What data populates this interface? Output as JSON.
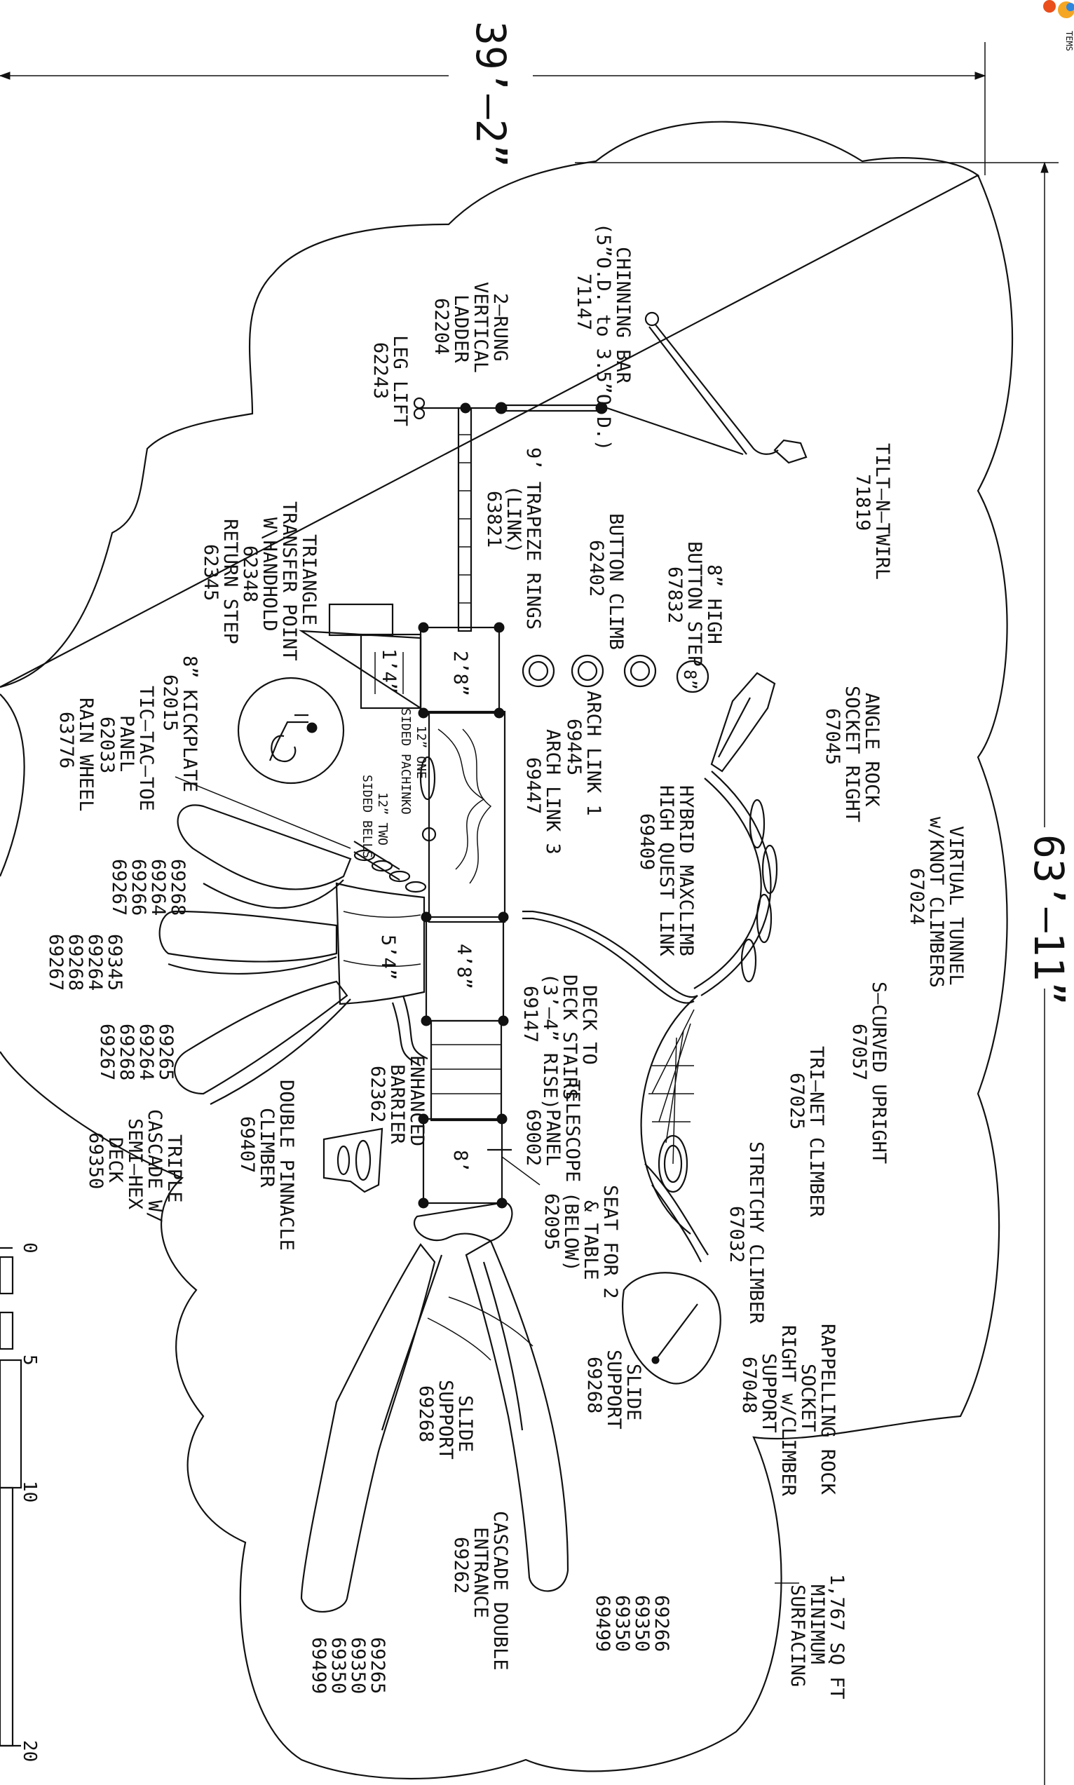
{
  "logo": {
    "text": "TEMS",
    "colors": [
      "#f5a623",
      "#2e86de",
      "#e94e1b"
    ]
  },
  "dimensions": {
    "width": "39’–2”",
    "length": "63’–11”"
  },
  "surfacing": {
    "l1": "1,767 SQ FT",
    "l2": "MINIMUM",
    "l3": "SURFACING"
  },
  "scale_bar": {
    "ticks": [
      "0",
      "5",
      "10",
      "20"
    ]
  },
  "components": {
    "tilt_n_twirl": [
      "TILT–N–TWIRL",
      "71819"
    ],
    "chinning_bar": [
      "CHINNING BAR",
      "(5”O.D. to 3.5”O.D.)",
      "71147"
    ],
    "ladder": [
      "2–RUNG",
      "VERTICAL",
      "LADDER",
      "62204"
    ],
    "leg_lift": [
      "LEG LIFT",
      "62243"
    ],
    "trapeze": [
      "9’ TRAPEZE RINGS",
      "(LINK)",
      "63821"
    ],
    "button_climb": [
      "BUTTON CLIMB",
      "62402"
    ],
    "button_step": [
      "8” HIGH",
      "BUTTON STEP",
      "67832"
    ],
    "angle_rock": [
      "ANGLE ROCK",
      "SOCKET RIGHT",
      "67045"
    ],
    "virtual_tunnel": [
      "VIRTUAL TUNNEL",
      "w/KNOT CLIMBERS",
      "67024"
    ],
    "s_curved": [
      "S–CURVED UPRIGHT",
      "67057"
    ],
    "tri_net": [
      "TRI–NET CLIMBER",
      "67025"
    ],
    "stretchy": [
      "STRETCHY CLIMBER",
      "67032"
    ],
    "rappelling": [
      "RAPPELLING ROCK",
      "SOCKET",
      "RIGHT w/CLIMBER",
      "SUPPORT",
      "67048"
    ],
    "triangle": [
      "TRIANGLE",
      "TRANSFER POINT",
      "W\\HANDHOLD",
      "62348",
      "RETURN STEP",
      "62345"
    ],
    "kickplate": [
      "8” KICKPLATE",
      "62015"
    ],
    "tic_tac_toe": [
      "TIC–TAC–TOE",
      "PANEL",
      "62033"
    ],
    "rain_wheel": [
      "RAIN WHEEL",
      "63776"
    ],
    "arch_link_1": [
      "ARCH LINK 1",
      "69445"
    ],
    "arch_link_3": [
      "ARCH LINK 3",
      "69447"
    ],
    "hybrid": [
      "HYBRID MAXCLIMB",
      "HIGH QUEST LINK",
      "69409"
    ],
    "pachinko_one": [
      "12” ONE",
      "SIDED PACHINKO"
    ],
    "pachinko_two": [
      "12” TWO",
      "SIDED BELLS"
    ],
    "deck_stairs": [
      "DECK TO",
      "DECK STAIRS",
      "(3’–4” RISE)",
      "69147"
    ],
    "telescope": [
      "TELESCOPE",
      "PANEL",
      "69002"
    ],
    "seat": [
      "SEAT FOR 2",
      "& TABLE",
      "(BELOW)",
      "62095"
    ],
    "barrier": [
      "ENHANCED",
      "BARRIER",
      "62362"
    ],
    "double_pinnacle": [
      "DOUBLE PINNACLE",
      "CLIMBER",
      "69407"
    ],
    "triple_cascade": [
      "TRIPLE",
      "CASCADE W/",
      "SEMI–HEX",
      "DECK",
      "69350"
    ],
    "slide_group_1": [
      "69268",
      "69264",
      "69266",
      "69267"
    ],
    "slide_group_2": [
      "69345",
      "69264",
      "69268",
      "69267"
    ],
    "slide_group_3": [
      "69265",
      "69264",
      "69268",
      "69267"
    ],
    "slide_support_1": [
      "SLIDE",
      "SUPPORT",
      "69268"
    ],
    "slide_support_2": [
      "SLIDE",
      "SUPPORT",
      "69268"
    ],
    "cascade_entrance": [
      "CASCADE DOUBLE",
      "ENTRANCE",
      "69262"
    ],
    "slide_group_4": [
      "69266",
      "69350",
      "69350",
      "69499"
    ],
    "slide_group_5": [
      "69265",
      "69350",
      "69350",
      "69499"
    ]
  },
  "deck_heights": [
    "2’8”",
    "1’4”",
    "4’8”",
    "5’4”",
    "8’"
  ],
  "button_step_badge": "8”"
}
